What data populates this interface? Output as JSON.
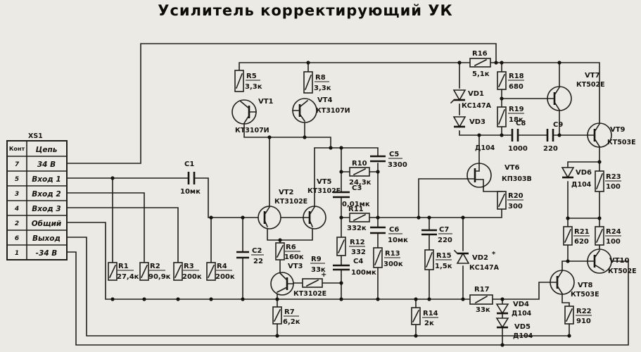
{
  "title": "Усилитель корректирующий УК",
  "connector": {
    "name": "XS1",
    "col_pin": "Конт",
    "col_circuit": "Цепь",
    "rows": [
      {
        "pin": "7",
        "circuit": "34 В"
      },
      {
        "pin": "5",
        "circuit": "Вход 1"
      },
      {
        "pin": "3",
        "circuit": "Вход 2"
      },
      {
        "pin": "4",
        "circuit": "Вход 3"
      },
      {
        "pin": "2",
        "circuit": "Общий"
      },
      {
        "pin": "6",
        "circuit": "Выход"
      },
      {
        "pin": "1",
        "circuit": "-34 В"
      }
    ]
  },
  "resistors": [
    {
      "id": "R1",
      "value": "27,4к"
    },
    {
      "id": "R2",
      "value": "90,9к"
    },
    {
      "id": "R3",
      "value": "200к"
    },
    {
      "id": "R4",
      "value": "200к"
    },
    {
      "id": "R5",
      "value": "3,3к"
    },
    {
      "id": "R6",
      "value": "160к"
    },
    {
      "id": "R7",
      "value": "6,2к"
    },
    {
      "id": "R8",
      "value": "3,3к"
    },
    {
      "id": "R9",
      "value": "33к"
    },
    {
      "id": "R10",
      "value": "24,3к"
    },
    {
      "id": "R11",
      "value": "332к"
    },
    {
      "id": "R12",
      "value": "332"
    },
    {
      "id": "R13",
      "value": "300к"
    },
    {
      "id": "R14",
      "value": "2к"
    },
    {
      "id": "R15",
      "value": "1,5к"
    },
    {
      "id": "R16",
      "value": "5,1к"
    },
    {
      "id": "R17",
      "value": "33к"
    },
    {
      "id": "R18",
      "value": "680"
    },
    {
      "id": "R19",
      "value": "18к"
    },
    {
      "id": "R20",
      "value": "300"
    },
    {
      "id": "R21",
      "value": "620"
    },
    {
      "id": "R22",
      "value": "910"
    },
    {
      "id": "R23",
      "value": "100"
    },
    {
      "id": "R24",
      "value": "100"
    }
  ],
  "capacitors": [
    {
      "id": "С1",
      "value": "10мк"
    },
    {
      "id": "С2",
      "value": "22"
    },
    {
      "id": "С3",
      "value": "0,01мк"
    },
    {
      "id": "С4",
      "value": "100мк",
      "polarity": "+"
    },
    {
      "id": "С5",
      "value": "3300"
    },
    {
      "id": "С6",
      "value": "10мк"
    },
    {
      "id": "С7",
      "value": "220"
    },
    {
      "id": "С8",
      "value": "1000"
    },
    {
      "id": "С9",
      "value": "220"
    }
  ],
  "transistors": [
    {
      "id": "VT1",
      "part": "КТ3107И"
    },
    {
      "id": "VT2",
      "part": "КТ3102Е"
    },
    {
      "id": "VT3",
      "part": "КТ3102Е"
    },
    {
      "id": "VT4",
      "part": "КТ3107И"
    },
    {
      "id": "VT5",
      "part": "КТ3102Е"
    },
    {
      "id": "VT6",
      "part": "КП303В"
    },
    {
      "id": "VT7",
      "part": "КТ502Е"
    },
    {
      "id": "VT8",
      "part": "КТ503Е"
    },
    {
      "id": "VT9",
      "part": "КТ503Е"
    },
    {
      "id": "VT10",
      "part": "КТ502Е"
    }
  ],
  "diodes": [
    {
      "id": "VD1",
      "part": "КС147А"
    },
    {
      "id": "VD2",
      "part": "КС147А",
      "note": "*"
    },
    {
      "id": "VD3",
      "part": "Д104"
    },
    {
      "id": "VD4",
      "part": "Д104"
    },
    {
      "id": "VD5",
      "part": "Д104"
    },
    {
      "id": "VD6",
      "part": "Д104"
    }
  ],
  "colors": {
    "paper": "#eceae4",
    "ink": "#17140f"
  }
}
